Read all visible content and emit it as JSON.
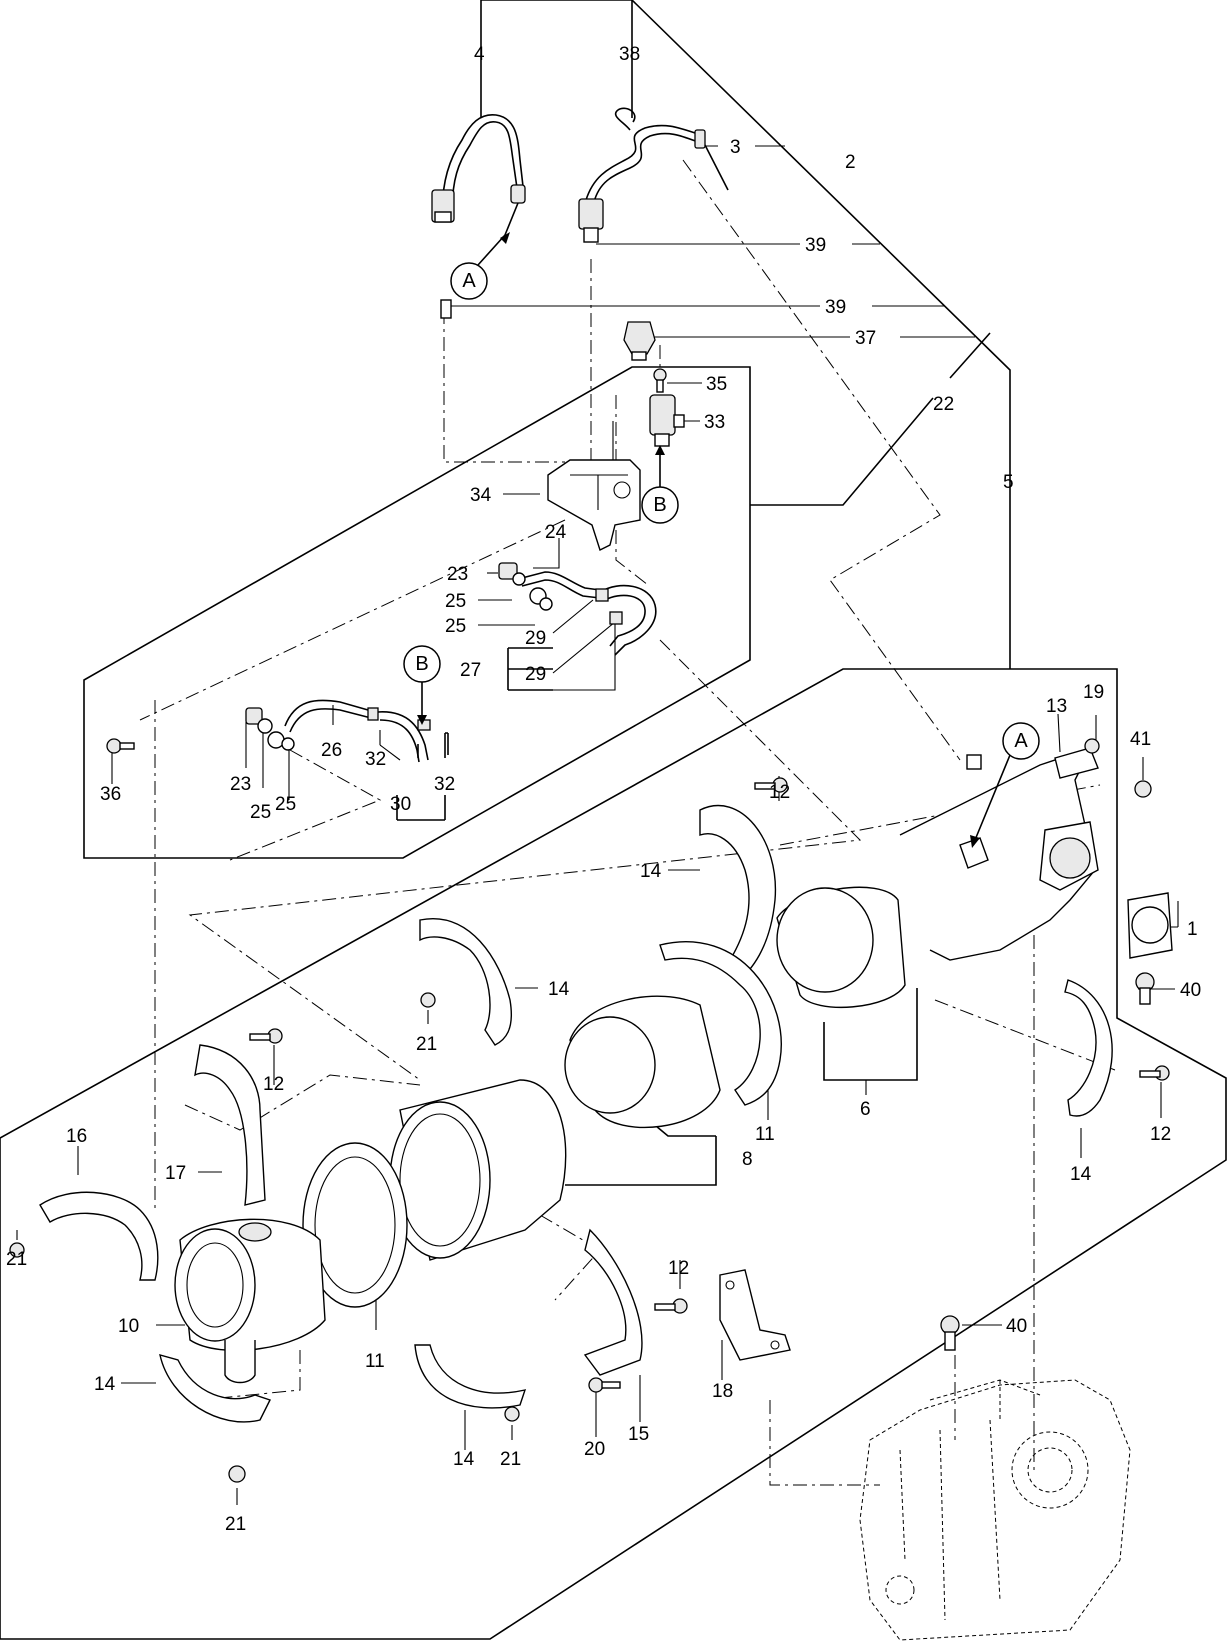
{
  "diagram": {
    "callouts": [
      {
        "id": "c1",
        "text": "1"
      },
      {
        "id": "c2",
        "text": "2"
      },
      {
        "id": "c3",
        "text": "3"
      },
      {
        "id": "c4",
        "text": "4"
      },
      {
        "id": "c5",
        "text": "5"
      },
      {
        "id": "c6",
        "text": "6"
      },
      {
        "id": "c8",
        "text": "8"
      },
      {
        "id": "c10",
        "text": "10"
      },
      {
        "id": "c11a",
        "text": "11"
      },
      {
        "id": "c11b",
        "text": "11"
      },
      {
        "id": "c12a",
        "text": "12"
      },
      {
        "id": "c12b",
        "text": "12"
      },
      {
        "id": "c12c",
        "text": "12"
      },
      {
        "id": "c12d",
        "text": "12"
      },
      {
        "id": "c13",
        "text": "13"
      },
      {
        "id": "c14a",
        "text": "14"
      },
      {
        "id": "c14b",
        "text": "14"
      },
      {
        "id": "c14c",
        "text": "14"
      },
      {
        "id": "c14d",
        "text": "14"
      },
      {
        "id": "c14e",
        "text": "14"
      },
      {
        "id": "c15",
        "text": "15"
      },
      {
        "id": "c16",
        "text": "16"
      },
      {
        "id": "c17",
        "text": "17"
      },
      {
        "id": "c18",
        "text": "18"
      },
      {
        "id": "c19",
        "text": "19"
      },
      {
        "id": "c20",
        "text": "20"
      },
      {
        "id": "c21a",
        "text": "21"
      },
      {
        "id": "c21b",
        "text": "21"
      },
      {
        "id": "c21c",
        "text": "21"
      },
      {
        "id": "c21d",
        "text": "21"
      },
      {
        "id": "c22",
        "text": "22"
      },
      {
        "id": "c23a",
        "text": "23"
      },
      {
        "id": "c23b",
        "text": "23"
      },
      {
        "id": "c24",
        "text": "24"
      },
      {
        "id": "c25a",
        "text": "25"
      },
      {
        "id": "c25b",
        "text": "25"
      },
      {
        "id": "c25c",
        "text": "25"
      },
      {
        "id": "c25d",
        "text": "25"
      },
      {
        "id": "c26",
        "text": "26"
      },
      {
        "id": "c27",
        "text": "27"
      },
      {
        "id": "c29a",
        "text": "29"
      },
      {
        "id": "c29b",
        "text": "29"
      },
      {
        "id": "c30",
        "text": "30"
      },
      {
        "id": "c32a",
        "text": "32"
      },
      {
        "id": "c32b",
        "text": "32"
      },
      {
        "id": "c33",
        "text": "33"
      },
      {
        "id": "c34",
        "text": "34"
      },
      {
        "id": "c35",
        "text": "35"
      },
      {
        "id": "c36",
        "text": "36"
      },
      {
        "id": "c37",
        "text": "37"
      },
      {
        "id": "c38",
        "text": "38"
      },
      {
        "id": "c39a",
        "text": "39"
      },
      {
        "id": "c39b",
        "text": "39"
      },
      {
        "id": "c40a",
        "text": "40"
      },
      {
        "id": "c40b",
        "text": "40"
      },
      {
        "id": "c41",
        "text": "41"
      }
    ],
    "markers": [
      {
        "id": "mA1",
        "text": "A"
      },
      {
        "id": "mA2",
        "text": "A"
      },
      {
        "id": "mB1",
        "text": "B"
      },
      {
        "id": "mB2",
        "text": "B"
      }
    ]
  }
}
